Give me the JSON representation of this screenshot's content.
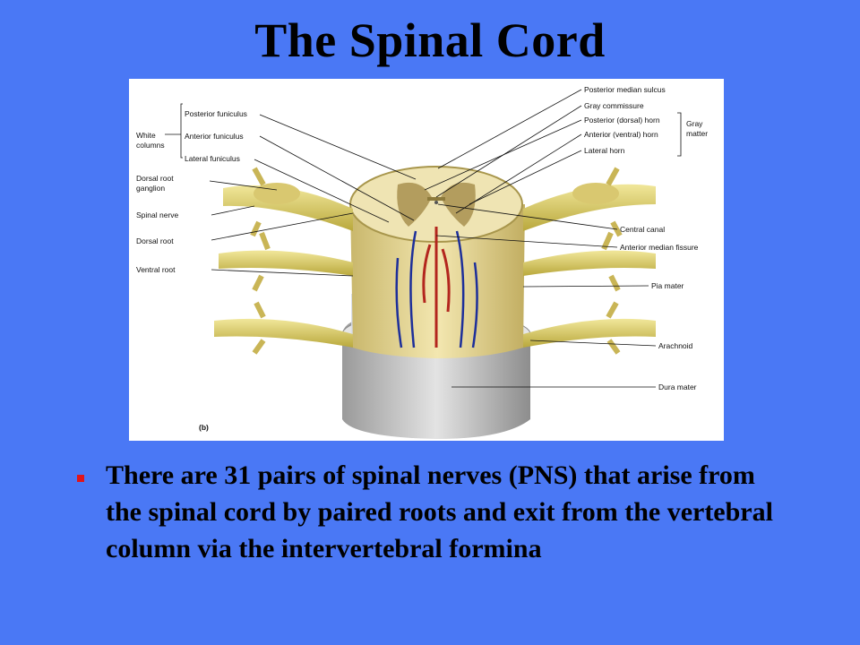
{
  "slide": {
    "title": "The Spinal Cord",
    "bullet_text": "There are 31 pairs of spinal nerves (PNS) that arise from the spinal cord by paired roots and exit from the vertebral column via the intervertebral formina",
    "bullet_color": "#e0141a",
    "background_color": "#4a78f5"
  },
  "figure": {
    "panel_label": "(b)",
    "labels_left": {
      "white_columns_line1": "White",
      "white_columns_line2": "columns",
      "posterior_funiculus": "Posterior funiculus",
      "anterior_funiculus": "Anterior funiculus",
      "lateral_funiculus": "Lateral funiculus",
      "dorsal_root_ganglion_line1": "Dorsal root",
      "dorsal_root_ganglion_line2": "ganglion",
      "spinal_nerve": "Spinal nerve",
      "dorsal_root": "Dorsal root",
      "ventral_root": "Ventral root"
    },
    "labels_right": {
      "posterior_median_sulcus": "Posterior median sulcus",
      "gray_commissure": "Gray commissure",
      "posterior_horn": "Posterior (dorsal) horn",
      "anterior_horn": "Anterior (ventral) horn",
      "lateral_horn": "Lateral horn",
      "gray_matter_line1": "Gray",
      "gray_matter_line2": "matter",
      "central_canal": "Central canal",
      "anterior_median_fissure": "Anterior median fissure",
      "pia_mater": "Pia mater",
      "arachnoid": "Arachnoid",
      "dura_mater": "Dura mater"
    }
  }
}
